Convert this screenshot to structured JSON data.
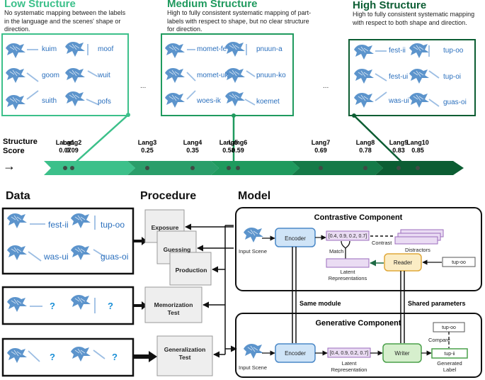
{
  "colors": {
    "low": "#3cc08a",
    "medium": "#1f9a5e",
    "high": "#0c5d33",
    "label_blue": "#2a6fbd",
    "scene_blue": "#4a88c7",
    "encoder_fill": "#cfe4f7",
    "reader_fill": "#fbecc4",
    "writer_fill": "#d6efcd",
    "latent_fill": "#eadcf3"
  },
  "structures": {
    "low": {
      "title": "Low Structure",
      "desc": "No systematic mapping between the labels in the language and the scenes' shape or direction.",
      "labels": [
        "kuim",
        "moof",
        "goom",
        "wuit",
        "suith",
        "pofs"
      ]
    },
    "medium": {
      "title": "Medium Structure",
      "desc": "High to fully consistent systematic mapping of part-labels with respect to shape, but no clear structure for direction.",
      "labels": [
        "momet-fe",
        "pnuun-a",
        "momet-uk",
        "pnuun-ko",
        "woes-ik",
        "koemet"
      ]
    },
    "high": {
      "title": "High Structure",
      "desc": "High to fully consistent systematic mapping with respect to both shape and direction.",
      "labels": [
        "fest-ii",
        "tup-oo",
        "fest-ui",
        "tup-oi",
        "was-ui",
        "guas-oi"
      ]
    },
    "ellipsis": "..."
  },
  "score": {
    "label_line1": "Structure",
    "label_line2": "Score",
    "arrow": "→",
    "langs": [
      {
        "name": "Lang1",
        "value": "0.07"
      },
      {
        "name": "Lang2",
        "value": "0.09"
      },
      {
        "name": "Lang3",
        "value": "0.25"
      },
      {
        "name": "Lang4",
        "value": "0.35"
      },
      {
        "name": "Lang5",
        "value": "0.58"
      },
      {
        "name": "Lang6",
        "value": "0.59"
      },
      {
        "name": "Lang7",
        "value": "0.69"
      },
      {
        "name": "Lang8",
        "value": "0.78"
      },
      {
        "name": "Lang9",
        "value": "0.83"
      },
      {
        "name": "Lang10",
        "value": "0.85"
      }
    ]
  },
  "sections": {
    "data": "Data",
    "procedure": "Procedure",
    "model": "Model"
  },
  "data_panels": {
    "top_labels": [
      "fest-ii",
      "tup-oo",
      "was-ui",
      "guas-oi"
    ],
    "unknown": "?"
  },
  "procedure": {
    "exposure": "Exposure",
    "guessing": "Guessing",
    "production": "Production",
    "memorization_1": "Memorization",
    "memorization_2": "Test",
    "generalization_1": "Generalization",
    "generalization_2": "Test"
  },
  "model": {
    "contrastive_title": "Contrastive Component",
    "generative_title": "Generative Component",
    "input_scene": "Input Scene",
    "encoder": "Encoder",
    "vector": "[0.4, 0.9, 0.2, 0.7]",
    "contrast": "Contrast",
    "distractors": "Distractors",
    "match": "Match",
    "latent_reps_1": "Latent",
    "latent_reps_2": "Representations",
    "reader": "Reader",
    "reader_input": "tup-oo",
    "same_module": "Same module",
    "shared_parameters": "Shared parameters",
    "latent_rep_1": "Latent",
    "latent_rep_2": "Representation",
    "writer": "Writer",
    "target_label": "tup-oo",
    "compare": "Compare",
    "generated": "tup-ii",
    "generated_label_1": "Generated",
    "generated_label_2": "Label"
  }
}
